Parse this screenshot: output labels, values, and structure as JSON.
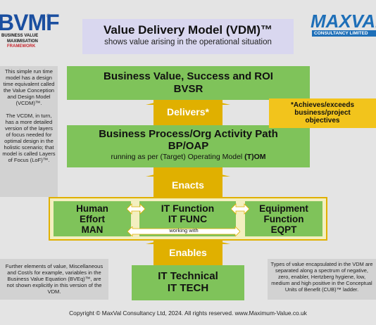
{
  "logo_left": {
    "title": "BVMF",
    "reg": "®",
    "subtitle_1": "BUSINESS VALUE",
    "subtitle_2": "MAXIMISATION",
    "subtitle_3": "FRAMEWORK"
  },
  "logo_right": {
    "title": "MAXVAL",
    "subtitle": "CONSULTANCY LIMITED"
  },
  "header": {
    "title": "Value Delivery Model (VDM)™",
    "subtitle": "shows value arising in the operational situation"
  },
  "left_note_top": {
    "para1": "This simple run time model has a design time equivalent called the Value Conception and Design Model (VCDM)™.",
    "para2": "The VCDM, in turn, has a more detailed version of the layers of focus needed for optimal design in the holistic scenario; that model is called Layers of Focus (LoF)™."
  },
  "left_note_bottom": {
    "text": "Further elements of value, Miscellaneous and Cost/s for example, variables in the Business Value Equation (BVEq)™, are not shown explicitly in this version of the VDM."
  },
  "right_note_bottom": {
    "text": "Types of value encapsulated in the VDM are separated along a spectrum of negative, zero, enabler, Hertzberg hygiene, low, medium and high positive in the Conceptual Units of Benefit (CUB)™ ladder."
  },
  "bvsr": {
    "line1": "Business Value, Success and ROI",
    "line2": "BVSR"
  },
  "delivers": {
    "label": "Delivers*"
  },
  "callout": {
    "line1": "*Achieves/exceeds",
    "line2": "business/project",
    "line3": "objectives"
  },
  "bpoap": {
    "line1": "Business Process/Org Activity Path",
    "line2": "BP/OAP",
    "line3_pre": "running as per (Target) Operating Model ",
    "line3_t": "(T)",
    "line3_om": "OM"
  },
  "enacts": {
    "label": "Enacts"
  },
  "man": {
    "line1": "Human",
    "line2": "Effort",
    "line3": "MAN"
  },
  "itfunc": {
    "line1": "IT Function",
    "line2": "IT FUNC"
  },
  "eqpt": {
    "line1": "Equipment",
    "line2": "Function",
    "line3": "EQPT"
  },
  "working_with": "working with",
  "enables": {
    "label": "Enables"
  },
  "ittech": {
    "line1": "IT Technical",
    "line2": "IT TECH"
  },
  "footer": {
    "copyright": "Copyright © MaxVal Consultancy Ltd, 2024. All rights reserved. www.Maximum-Value.co.uk"
  },
  "colors": {
    "green": "#7fc35a",
    "gold": "#e0b000",
    "callout": "#f2c41c",
    "header_box": "#d9d7ef",
    "maxval_blue": "#1e6fb8"
  }
}
